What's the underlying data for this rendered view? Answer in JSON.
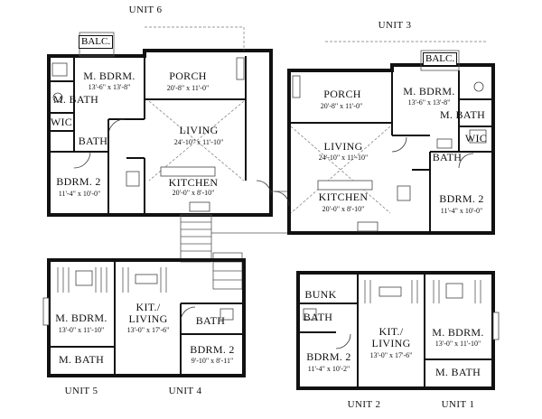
{
  "units": {
    "u1": "UNIT 1",
    "u2": "UNIT 2",
    "u3": "UNIT 3",
    "u4": "UNIT 4",
    "u5": "UNIT 5",
    "u6": "UNIT 6"
  },
  "rooms": {
    "u6_balc": "BALC.",
    "u6_mbdrm": "M. BDRM.",
    "u6_mbdrm_dim": "13'-6\" x 13'-8\"",
    "u6_porch": "PORCH",
    "u6_porch_dim": "20'-8\" x 11'-0\"",
    "u6_mbath": "M. BATH",
    "u6_wic": "WIC",
    "u6_bath": "BATH",
    "u6_living": "LIVING",
    "u6_living_dim": "24'-10\" x 11'-10\"",
    "u6_bdrm2": "BDRM. 2",
    "u6_bdrm2_dim": "11'-4\" x 10'-0\"",
    "u6_kitchen": "KITCHEN",
    "u6_kitchen_dim": "20'-0\" x 8'-10\"",
    "u3_balc": "BALC.",
    "u3_porch": "PORCH",
    "u3_porch_dim": "20'-8\" x 11'-0\"",
    "u3_mbdrm": "M. BDRM.",
    "u3_mbdrm_dim": "13'-6\" x 13'-8\"",
    "u3_mbath": "M. BATH",
    "u3_wic": "WIC",
    "u3_bath": "BATH",
    "u3_living": "LIVING",
    "u3_living_dim": "24'-10\" x 11'-10\"",
    "u3_kitchen": "KITCHEN",
    "u3_kitchen_dim": "20'-0\" x 8'-10\"",
    "u3_bdrm2": "BDRM. 2",
    "u3_bdrm2_dim": "11'-4\" x 10'-0\"",
    "u5_mbdrm": "M. BDRM.",
    "u5_mbdrm_dim": "13'-0\" x 11'-10\"",
    "u5_mbath": "M. BATH",
    "u4_kitliving": "KIT./",
    "u4_kitliving2": "LIVING",
    "u4_kitliving_dim": "13'-0\" x 17'-6\"",
    "u4_bath": "BATH",
    "u4_bdrm2": "BDRM. 2",
    "u4_bdrm2_dim": "9'-10\" x 8'-11\"",
    "u2_bunk": "BUNK",
    "u2_bath": "BATH",
    "u2_kitliving": "KIT./",
    "u2_kitliving2": "LIVING",
    "u2_kitliving_dim": "13'-0\" x 17'-6\"",
    "u2_bdrm2": "BDRM. 2",
    "u2_bdrm2_dim": "11'-4\" x 10'-2\"",
    "u1_mbdrm": "M. BDRM.",
    "u1_mbdrm_dim": "13'-0\" x 11'-10\"",
    "u1_mbath": "M. BATH"
  }
}
